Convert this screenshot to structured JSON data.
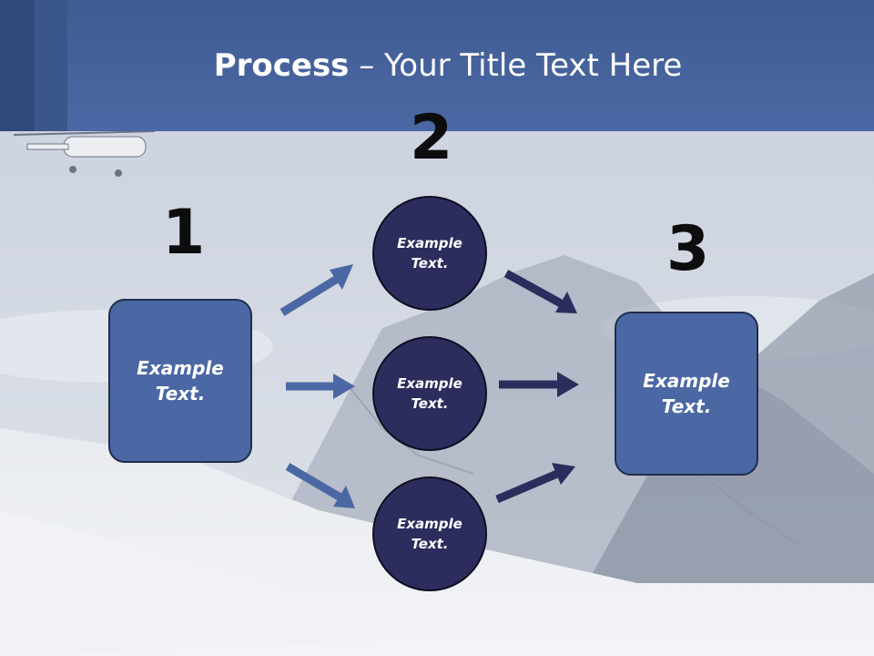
{
  "slide": {
    "title_bold": "Process",
    "title_rest": " – Your Title Text Here",
    "steps": {
      "one": "1",
      "two": "2",
      "three": "3"
    },
    "left_box_text": "Example Text.",
    "right_box_text": "Example Text.",
    "circles": [
      {
        "text": "Example Text."
      },
      {
        "text": "Example Text."
      },
      {
        "text": "Example Text."
      }
    ]
  },
  "colors": {
    "header": "#4b68a4",
    "box": "#4b68a4",
    "circle": "#2c2d5d",
    "arrow_light": "#4b68a4",
    "arrow_dark": "#2c2d5d"
  }
}
